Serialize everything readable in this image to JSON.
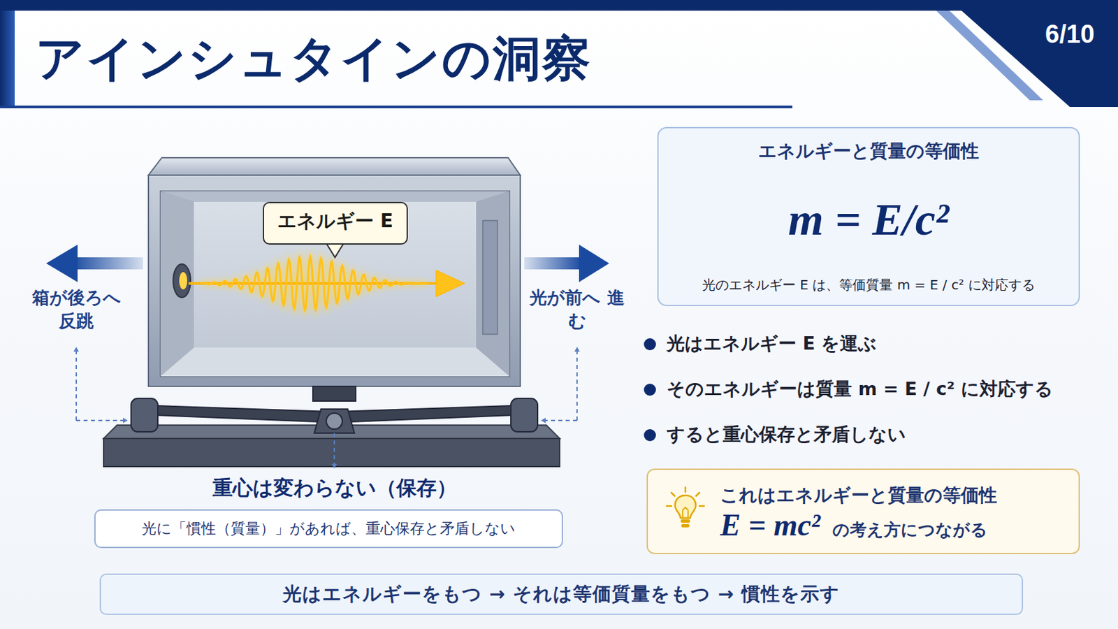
{
  "diagram": {
    "title": "アインシュタインの洞察",
    "nodes": [
      {
        "text": [
          "エネルギー E"
        ]
      },
      {
        "text": [
          "光に「慣性（質量）」があれば、重心保存と矛盾しない"
        ]
      },
      {
        "text": [
          "エネルギーと質量の等価性",
          "m = E/c²",
          "光のエネルギー E は、等価質量 m = E / c² に対応する"
        ]
      },
      {
        "text": [
          "これはエネルギーと質量の等価性",
          "E = mc²",
          "の考え方につながる"
        ]
      },
      {
        "text": [
          "光はエネルギーをもつ → それは等価質量をもつ → 慣性を示す"
        ]
      }
    ],
    "labels": [
      "6/10",
      "箱が後ろへ 反跳",
      "光が前へ 進む",
      "重心は変わらない（保存）",
      "光はエネルギー E を運ぶ",
      "そのエネルギーは質量 m = E / c² に対応する",
      "すると重心保存と矛盾しない"
    ]
  }
}
